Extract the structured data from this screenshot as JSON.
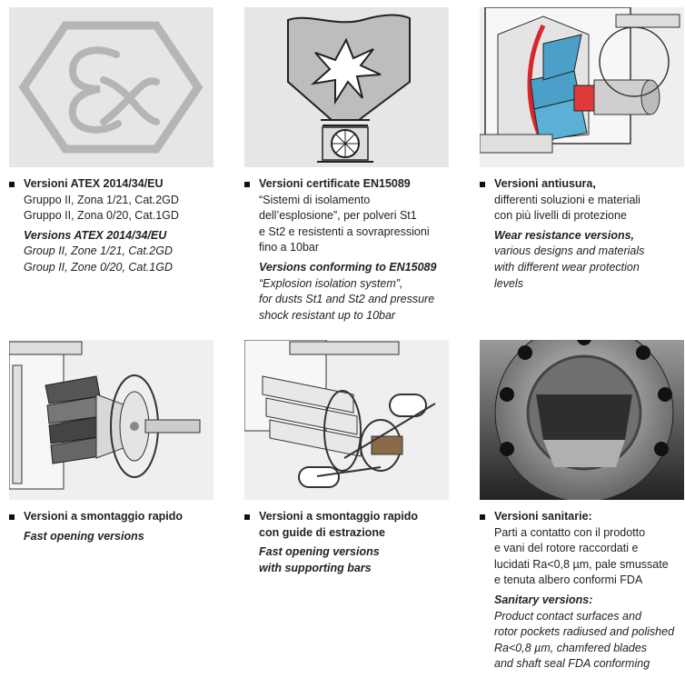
{
  "cards": [
    {
      "image": "atex-ex-symbol",
      "heading": "Versioni ATEX 2014/34/EU",
      "it_lines": [
        "Gruppo II, Zona 1/21, Cat.2GD",
        "Gruppo II, Zona 0/20, Cat.1GD"
      ],
      "en_heading": "Versions ATEX  2014/34/EU",
      "en_lines": [
        "Group II, Zone 1/21, Cat.2GD",
        "Group II, Zone 0/20, Cat.1GD"
      ]
    },
    {
      "image": "explosion-silo",
      "heading": "Versioni certificate EN15089",
      "it_lines": [
        "“Sistemi di isolamento",
        "dell’esplosione”, per polveri St1",
        "e St2 e resistenti a sovrapressioni",
        "fino a 10bar"
      ],
      "en_heading": "Versions conforming to EN15089",
      "en_lines": [
        "“Explosion isolation system”,",
        "for dusts St1 and St2 and pressure",
        "shock resistant up to 10bar"
      ]
    },
    {
      "image": "wear-resistance-cutaway",
      "heading": "Versioni antiusura,",
      "it_lines": [
        "differenti soluzioni e materiali",
        "con più livelli di protezione"
      ],
      "en_heading": "Wear resistance versions,",
      "en_lines": [
        "various designs and materials",
        "with different wear protection",
        "levels"
      ]
    },
    {
      "image": "quick-disassembly-rotor",
      "heading": "Versioni a smontaggio rapido",
      "it_lines": [],
      "en_heading": "Fast opening versions",
      "en_lines": []
    },
    {
      "image": "quick-disassembly-bars",
      "heading": "Versioni a smontaggio rapido con guide di estrazione",
      "heading_lines": [
        "Versioni a smontaggio rapido",
        "con guide di estrazione"
      ],
      "it_lines": [],
      "en_heading": "Fast opening versions",
      "en_heading2": "with supporting bars",
      "en_lines": []
    },
    {
      "image": "sanitary-valve-photo",
      "heading": "Versioni sanitarie:",
      "it_lines": [
        "Parti a contatto con il prodotto",
        "e vani del rotore raccordati e",
        "lucidati Ra<0,8 µm, pale smussate",
        "e tenuta albero conformi FDA"
      ],
      "en_heading": "Sanitary versions:",
      "en_lines": [
        "Product contact surfaces and",
        "rotor pockets radiused and polished",
        "Ra<0,8 µm, chamfered blades",
        "and shaft seal FDA conforming"
      ]
    }
  ]
}
